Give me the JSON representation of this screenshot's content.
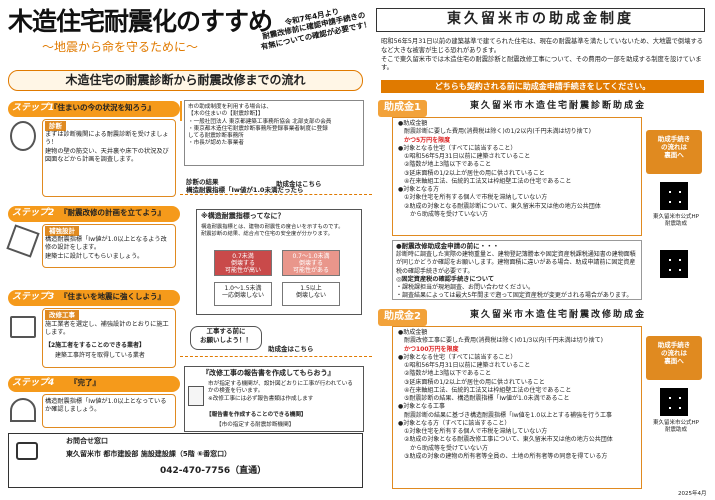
{
  "page": {
    "title": "木造住宅耐震化のすすめ",
    "subtitle": "～地震から命を守るために～",
    "notice": "令和7年4月より\n耐震改修前に確認申請手続きの\n有無についての確認が必要です！"
  },
  "left_heading": "木造住宅の耐震診断から耐震改修までの流れ",
  "steps": [
    {
      "label": "ステップ1",
      "title": "『住まいの今の状況を知ろう』",
      "sub": "診断",
      "text": "まずは診断機関による耐震診断を受けましょう！\n建物の壁の筋交い、天井裏や床下の状況及び図面などから計画を調査します。"
    },
    {
      "label": "ステップ2",
      "title": "『耐震改修の計画を立てよう』",
      "sub": "補強設計",
      "text": "構造耐震指標「Iw値が1.0以上となるよう改修の設計をします。\n建築士に設計してもらいましょう。"
    },
    {
      "label": "ステップ3",
      "title": "『住まいを地震に強くしよう』",
      "sub": "改修工事",
      "text": "施工業者を選定し、補強設計のとおりに施工します。",
      "note_title": "【2施工者をすることのできる業者】",
      "note": "建築工事許可を取得している業者"
    },
    {
      "label": "ステップ4",
      "title": "『完了』",
      "text": "構造耐震指標「Iw値が1.0以上となっているか確認しましょう。"
    }
  ],
  "middle": {
    "inspection_note": "市の助成制度を利用する場合は、\n【木の住まいの【耐震診断】】\n・一般社団法人 東京都建築工事務所協会 北部支部の会員\n・東京都木造住宅耐震診断事務所登録事業者制度に登録\nしてる耐震診断事務所\n・市長が認めた事業者",
    "result_label": "診断の結果\n構造耐震指標「Iw値が1.0未満だったら",
    "aid_here": "助成金はこちら",
    "question_title": "※構造耐震指標ってなに？",
    "question_text": "構造耐震指標とは、建物の耐震性の度合いを示すものです。\n耐震診断の結果、総合点で住宅の安全度が分かります。",
    "grades": [
      {
        "value": "0.7未満",
        "text": "倒壊する\n可能性が高い"
      },
      {
        "value": "0.7～1.0未満",
        "text": "倒壊する\n可能性がある"
      },
      {
        "value": "1.0～1.5未満",
        "text": "一応倒壊しない"
      },
      {
        "value": "1.5以上",
        "text": "倒壊しない"
      }
    ],
    "bubble": "工事する前に\nお願いしよう！！",
    "report_title": "『改修工事の報告書を作成してもらおう』",
    "report_text": "市が指定する機関が、設計図どおりに工事が行われているかの検査を行います。\n※改修工事には必ず報告書類は作成します",
    "report_note_title": "【報告書を作成することのできる機関】",
    "report_note": "【市の指定する耐震診断機関】"
  },
  "contact": {
    "title": "お問合せ窓口",
    "dept": "東久留米市 都市建設部 施設建設課（5階 ⑥番窓口）",
    "phone": "042-470-7756（直通）"
  },
  "right": {
    "city_title": "東久留米市の助成金制度",
    "intro": "昭和56年5月31日以前の建築基準で建てられた住宅は、現在の耐震基準を満たしていないため、大地震で倒壊するなど大きな被害が生じる恐れがあります。\nそこで東久留米市では木造住宅の耐震診断と耐震改修工事について、その費用の一部を助成する制度を設けています。",
    "banner": "どちらも契約される前に助成金申請手続きをしてください。",
    "aid1": {
      "label": "助成金1",
      "name": "東久留米市木造住宅耐震診断助成金",
      "lines": [
        "●助成金額",
        "　耐震診断に要した費用(消費税は除く)の1/2以内(千円未満は切り捨て)",
        "　かつ5万円を限度",
        "●対象となる住宅（すべてに該当すること）",
        "　①昭和56年5月31日以前に建築されていること",
        "　②階数が地上3階以下であること",
        "　③延床面積の1/2以上が居住の用に供されていること",
        "　④在来軸組工法、伝統的工法又は枠組壁工法の住宅であること",
        "●対象となる方",
        "　①対象住宅を所有する個人で市税を滞納していない方",
        "　②助成の対象となる耐震診断について、東久留米市又は他の地方公共団体",
        "　　から助成等を受けていない方"
      ],
      "side": "助成手続き\nの流れは\n裏面へ",
      "qr_caption": "東久留米市公式HP\n耐震助成"
    },
    "docs_title": "●耐震改修助成金申請の前に・・・",
    "docs_text": "診断時に調査した実際の建物重量と、建物登記簿謄本や固定資産税課税通知書の建物面積が同じかどうか確認をお願いします。建物面積に違いがある場合、助成申請前に固定資産税の確認手続きが必要です。",
    "docs_sub": "◎固定資産税の確認手続きについて",
    "docs_text2": "・課税課担当が現地調査、お問い合わせください。\n・調査結果によっては最大5年間まで遡って固定資産税が変更がされる場合があります。",
    "aid2": {
      "label": "助成金2",
      "name": "東久留米市木造住宅耐震改修助成金",
      "lines": [
        "●助成金額",
        "　耐震改修工事に要した費用(消費税は除く)の1/3以内(千円未満は切り捨て)",
        "　かつ100万円を限度",
        "●対象となる住宅（すべてに該当すること）",
        "　①昭和56年5月31日以前に建築されていること",
        "　②階数が地上3階以下であること",
        "　③延床面積の1/2以上が居住の用に供されていること",
        "　④在来軸組工法、伝統的工法又は枠組壁工法の住宅であること",
        "　⑤耐震診断の結果、構造耐震指標「Iw値が1.0未満であること",
        "●対象となる工事",
        "　耐震診断の結果に基づき構造耐震指標「Iw値を1.0以上とする補強を行う工事",
        "●対象となる方（すべてに該当すること）",
        "　①対象住宅を所有する個人で市税を滞納していない方",
        "　②助成の対象となる耐震改修工事について、東久留米市又は他の地方公共団体",
        "　　から助成等を受けていない方",
        "　③助成の対象の建物の所有者等全員の、土地の所有者等の同意を得ている方"
      ],
      "side": "助成手続き\nの流れは\n裏面へ",
      "qr_caption": "東久留米市公式HP\n耐震助成"
    },
    "date": "2025年4月"
  }
}
